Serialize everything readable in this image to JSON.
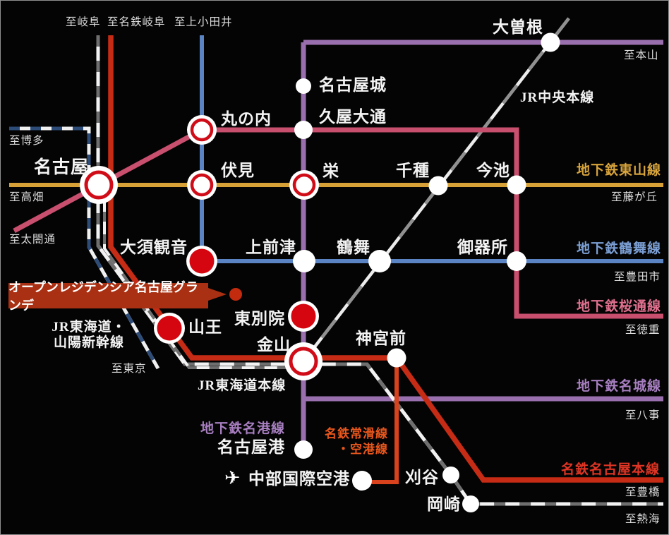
{
  "banner": {
    "label": "オープンレジデンシア名古屋グランデ",
    "bg_color": "#a93012",
    "dot_color": "#c32b0e"
  },
  "stations": {
    "nagoya": "名古屋",
    "marunouchi": "丸の内",
    "hisaya_odori": "久屋大通",
    "nagoyajo": "名古屋城",
    "ozone": "大曽根",
    "fushimi": "伏見",
    "sakae": "栄",
    "chikusa": "千種",
    "imaike": "今池",
    "osu_kannon": "大須観音",
    "kamimaezu": "上前津",
    "tsurumai": "鶴舞",
    "gokiso": "御器所",
    "tobetsuin": "東別院",
    "sanno": "山王",
    "kanayama": "金山",
    "jingumae": "神宮前",
    "nagoyako": "名古屋港",
    "centrair": "中部国際空港",
    "kariya": "刈谷",
    "okazaki": "岡崎"
  },
  "directions": {
    "gifu": "至岐阜",
    "meitetsu_gifu": "至名鉄岐阜",
    "kamiotai": "至上小田井",
    "motoyama": "至本山",
    "hakata": "至博多",
    "takabata": "至高畑",
    "fujigaoka": "至藤が丘",
    "taikodori": "至太閤通",
    "toyotashi": "至豊田市",
    "tokushige": "至徳重",
    "tokyo": "至東京",
    "yagoto": "至八事",
    "toyohashi": "至豊橋",
    "atami": "至熱海"
  },
  "line_labels": {
    "jr_chuo": "JR中央本線",
    "higashiyama": "地下鉄東山線",
    "tsurumai": "地下鉄鶴舞線",
    "sakuradori": "地下鉄桜通線",
    "meijo": "地下鉄名城線",
    "meiko": "地下鉄名港線",
    "jr_shinkansen_1": "JR東海道・",
    "jr_shinkansen_2": "山陽新幹線",
    "jr_tokaido": "JR東海道本線",
    "tokoname_1": "名鉄常滑線",
    "tokoname_2": "・空港線",
    "meitetsu_main": "名鉄名古屋本線"
  },
  "icons": {
    "airplane": "✈"
  },
  "line_colors": {
    "higashiyama": "#d8a137",
    "tsurumai": "#5b84c4",
    "sakuradori": "#c94f6e",
    "meijo": "#9a6fae",
    "meitetsu": "#c62c15",
    "airport": "#d8421c",
    "shinkansen_dash": "#2e4c78",
    "jr_dash": "#6f6f6f",
    "chuo_dash": "#909090",
    "station_ring_red": "#d00c18",
    "station_fill_red": "#d5060f"
  }
}
